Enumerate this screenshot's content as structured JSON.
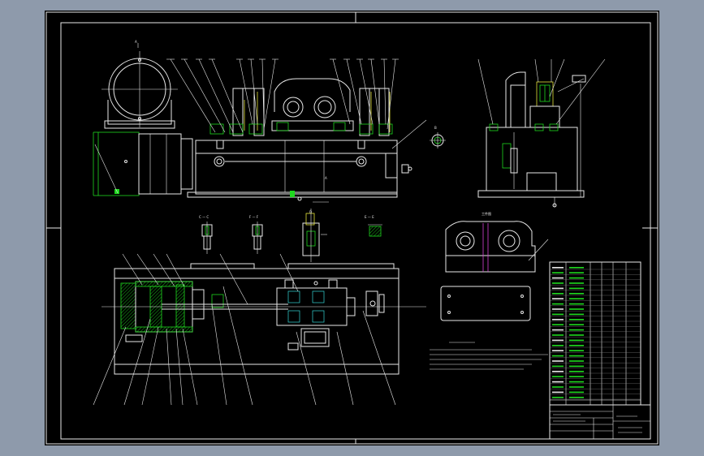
{
  "drawing": {
    "section_labels": [
      "C — C",
      "F — F",
      "D",
      "E — E"
    ],
    "part_label": "工件图"
  },
  "colors": {
    "background": "#8e9aab",
    "sheet": "#000000",
    "outline": "#e8e8e8",
    "green": "#1fd81f",
    "yellow": "#e2e23a",
    "cyan": "#35d6d6",
    "magenta": "#d640d6"
  }
}
